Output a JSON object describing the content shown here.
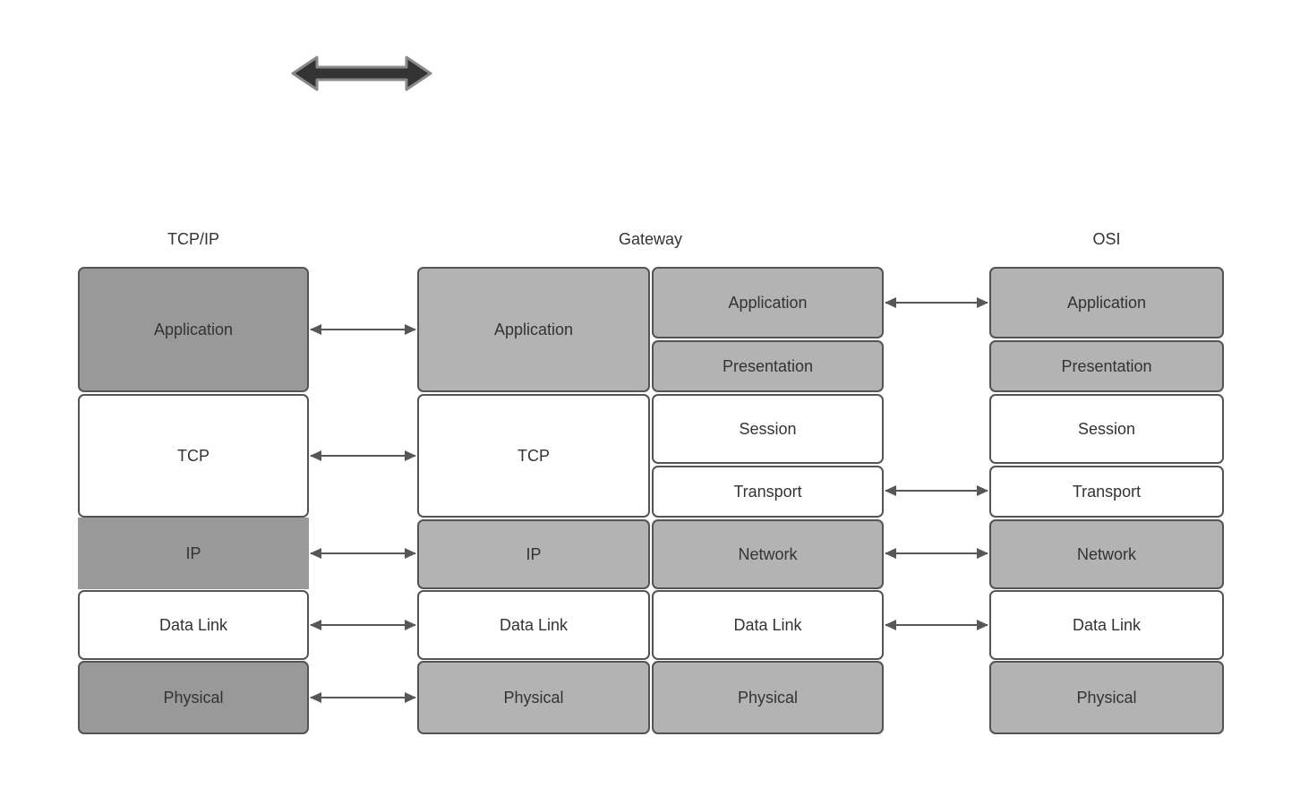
{
  "page": {
    "background": "#ffffff"
  },
  "top_icon": {
    "name": "thick-horizontal-double-arrow"
  },
  "stacks": {
    "tcpip": {
      "title": "TCP/IP",
      "layers": [
        "Application",
        "TCP",
        "IP",
        "Data Link",
        "Physical"
      ]
    },
    "gateway": {
      "title": "Gateway",
      "left_layers": [
        "Application",
        "TCP",
        "IP",
        "Data Link",
        "Physical"
      ],
      "right_layers": [
        "Application",
        "Presentation",
        "Session",
        "Transport",
        "Network",
        "Data Link",
        "Physical"
      ]
    },
    "osi": {
      "title": "OSI",
      "layers": [
        "Application",
        "Presentation",
        "Session",
        "Transport",
        "Network",
        "Data Link",
        "Physical"
      ]
    }
  },
  "connections": {
    "tcpip_to_gateway_rows": [
      "Application",
      "TCP",
      "IP",
      "Data Link",
      "Physical"
    ],
    "gateway_to_osi_rows": [
      "Application",
      "Transport",
      "Network",
      "Data Link"
    ]
  },
  "colors": {
    "background": "#ffffff",
    "dark_gray_fill": "#999999",
    "light_gray_fill": "#b3b3b3",
    "white_fill": "#ffffff",
    "box_border": "#545454",
    "connector_arrow": "#575757",
    "thick_arrow_fill": "#333333",
    "thick_arrow_outline": "#8a8a8a",
    "text": "#333333"
  }
}
